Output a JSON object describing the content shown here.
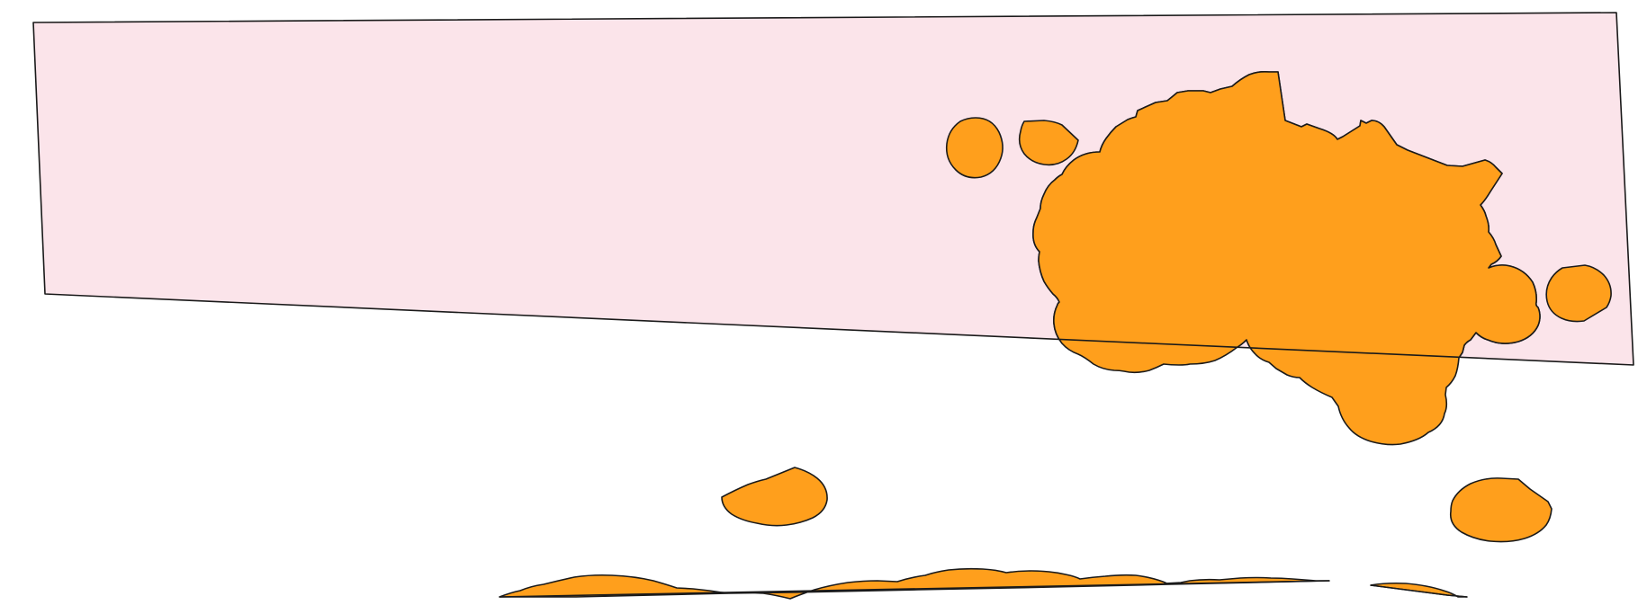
{
  "diagram": {
    "colors": {
      "background": "#ffffff",
      "region_fill": "#fbe4ea",
      "blob_fill": "#ff9f1c",
      "blob_overlap_fill": "#f9962f",
      "outline": "#1a1a1a"
    },
    "shapes": [
      {
        "name": "pink-region",
        "kind": "quadrilateral",
        "color_key": "region_fill"
      },
      {
        "name": "large-orange-blob",
        "kind": "blob",
        "color_key": "blob_fill"
      },
      {
        "name": "orange-circle-left",
        "kind": "blob",
        "color_key": "blob_fill"
      },
      {
        "name": "orange-circle-small",
        "kind": "blob",
        "color_key": "blob_fill"
      },
      {
        "name": "orange-blob-right",
        "kind": "blob",
        "color_key": "blob_fill"
      },
      {
        "name": "orange-blob-lower-middle",
        "kind": "blob",
        "color_key": "blob_fill"
      },
      {
        "name": "orange-blob-lower-right",
        "kind": "blob",
        "color_key": "blob_fill"
      },
      {
        "name": "orange-sliver-bottom",
        "kind": "sliver",
        "color_key": "blob_fill"
      },
      {
        "name": "orange-sliver-bottom-right",
        "kind": "sliver",
        "color_key": "blob_fill"
      }
    ]
  }
}
